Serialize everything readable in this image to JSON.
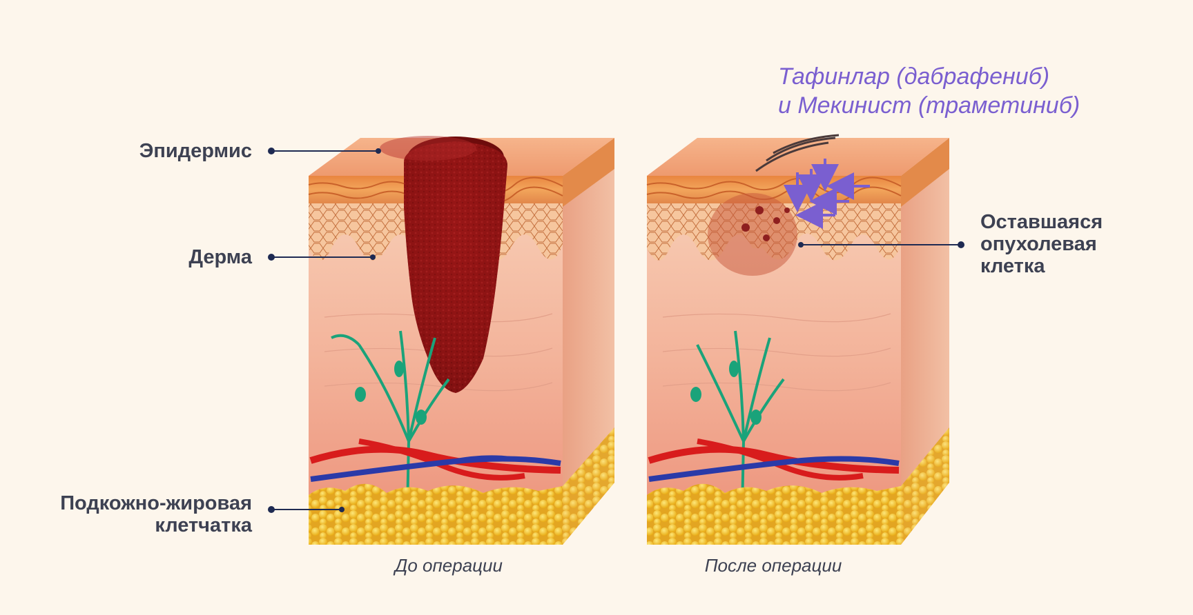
{
  "labels": {
    "epidermis": "Эпидермис",
    "dermis": "Дерма",
    "subcutaneous_line1": "Подкожно-жировая",
    "subcutaneous_line2": "клетчатка",
    "remaining_line1": "Оставшаяся",
    "remaining_line2": "опухолевая",
    "remaining_line3": "клетка"
  },
  "captions": {
    "before": "До операции",
    "after": "После операции"
  },
  "drugs": {
    "line1": "Тафинлар (дабрафениб)",
    "line2": "и Мекинист (траметиниб)"
  },
  "colors": {
    "background": "#fdf6ec",
    "label_text": "#3d4152",
    "drug_text": "#7a5fd0",
    "leader_line": "#1e2a52",
    "arrow": "#7a5fd0",
    "tumor": "#8e1414",
    "nerve": "#1aa37a",
    "artery": "#d81c1c",
    "vein": "#2a3aa8",
    "fat": "#f3c21f"
  }
}
